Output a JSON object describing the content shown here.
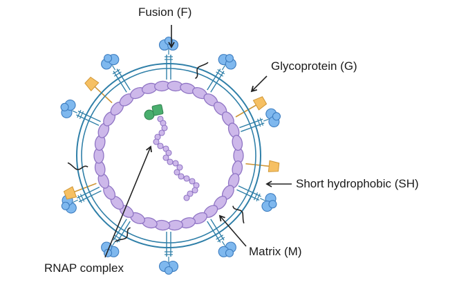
{
  "labels": {
    "fusion": "Fusion (F)",
    "glycoprotein": "Glycoprotein (G)",
    "short_hydrophobic": "Short hydrophobic (SH)",
    "matrix": "Matrix (M)",
    "rnap": "RNAP complex"
  },
  "colors": {
    "envelope": "#2f7fa8",
    "matrix_fill": "#cdb8ea",
    "matrix_stroke": "#8f74c4",
    "fusion_head": "#7fb8ee",
    "fusion_head_stroke": "#3d7dc0",
    "glyco_fill": "#f6c063",
    "glyco_stroke": "#cf9635",
    "rnap_green": "#4aae6e",
    "sh_stroke": "#222222",
    "arrow": "#222222"
  },
  "icons": [
    "fusion-protein-icon",
    "glycoprotein-icon",
    "short-hydrophobic-icon",
    "rnap-complex-icon"
  ]
}
